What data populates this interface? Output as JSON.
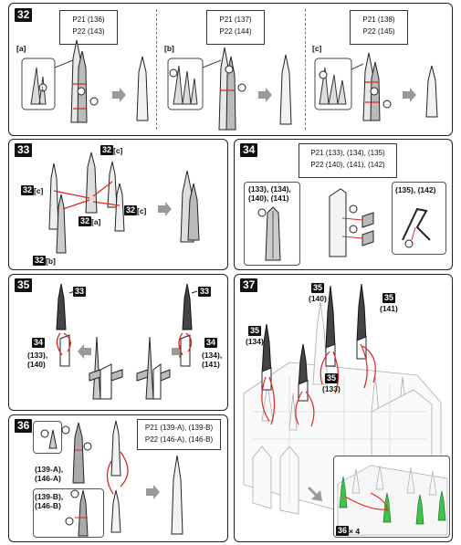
{
  "steps": {
    "s32": {
      "num": "32",
      "sub": [
        {
          "tag": "[a]",
          "parts": [
            "P21 (136)",
            "P22 (143)"
          ]
        },
        {
          "tag": "[b]",
          "parts": [
            "P21 (137)",
            "P22 (144)"
          ]
        },
        {
          "tag": "[c]",
          "parts": [
            "P21 (138)",
            "P22 (145)"
          ]
        }
      ]
    },
    "s33": {
      "num": "33",
      "refs": {
        "c_left": "[c]",
        "c_top": "[c]",
        "c_right": "[c]",
        "a": "[a]",
        "b": "[b]"
      },
      "ref_num": "32"
    },
    "s34": {
      "num": "34",
      "parts": [
        "P21 (133), (134), (135)",
        "P22 (140), (141), (142)"
      ],
      "left_label": [
        "(133), (134),",
        "(140), (141)"
      ],
      "right_label": "(135), (142)"
    },
    "s35": {
      "num": "35",
      "ref": "33",
      "ref34": "34",
      "left_label": [
        "(133),",
        "(140)"
      ],
      "right_label": [
        "(134),",
        "(141)"
      ]
    },
    "s36": {
      "num": "36",
      "parts": [
        "P21 (139-A), (139-B)",
        "P22 (146-A), (146-B)"
      ],
      "label_a": [
        "(139-A),",
        "(146-A)"
      ],
      "label_b": [
        "(139-B),",
        "(146-B)"
      ]
    },
    "s37": {
      "num": "37",
      "labels": [
        {
          "ref": "35",
          "text": "(140)"
        },
        {
          "ref": "35",
          "text": "(141)"
        },
        {
          "ref": "35",
          "text": "(134)"
        },
        {
          "ref": "35",
          "text": "(133)"
        }
      ],
      "inset_ref": "36",
      "inset_mult": "× 4"
    }
  },
  "colors": {
    "accent": "#e0261f",
    "ink": "#111111",
    "green": "#3fc24a"
  },
  "icons": {
    "circle_markers": [
      "1",
      "2"
    ]
  }
}
